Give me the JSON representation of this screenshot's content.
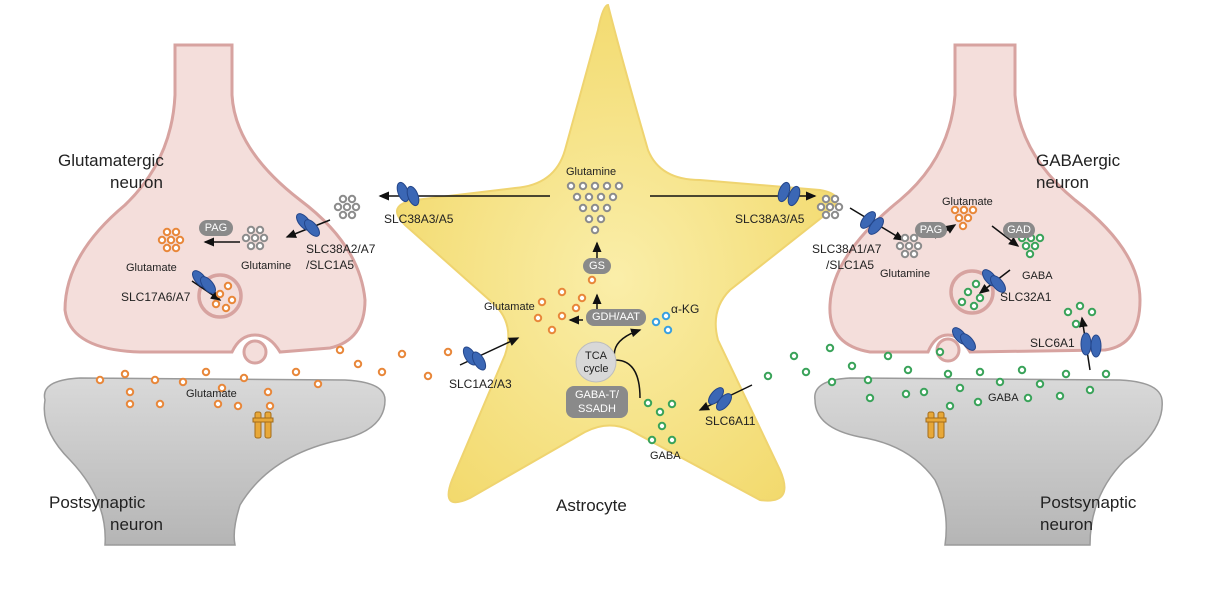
{
  "labels": {
    "glutamatergic": "Glutamatergic",
    "neuron": "neuron",
    "gabaergic": "GABAergic",
    "postsynaptic": "Postsynaptic",
    "astrocyte": "Astrocyte",
    "glutamine": "Glutamine",
    "glutamate": "Glutamate",
    "gaba": "GABA",
    "akg": "α-KG",
    "tca_line1": "TCA",
    "tca_line2": "cycle"
  },
  "enzymes": {
    "pag": "PAG",
    "gs": "GS",
    "gdh_aat": "GDH/AAT",
    "gaba_t_line1": "GABA-T/",
    "gaba_t_line2": "SSADH",
    "gad": "GAD"
  },
  "transporters": {
    "slc38a3_left": "SLC38A3/A5",
    "slc38a3_right": "SLC38A3/A5",
    "slc38a2_line1": "SLC38A2/A7",
    "slc38a2_line2": "/SLC1A5",
    "slc38a1_line1": "SLC38A1/A7",
    "slc38a1_line2": "/SLC1A5",
    "slc17a6": "SLC17A6/A7",
    "slc1a2": "SLC1A2/A3",
    "slc6a11": "SLC6A11",
    "slc32a1": "SLC32A1",
    "slc6a1": "SLC6A1"
  },
  "colors": {
    "neuron_fill": "#f4dedb",
    "neuron_stroke": "#d7a3a0",
    "astrocyte_fill": "#f7e58c",
    "postsynaptic_fill": "#cfcfcf",
    "glutamine": "#8c8c8c",
    "glutamate": "#e8873a",
    "gaba": "#3aa35a",
    "akg": "#3aa0e0",
    "transporter": "#3b67b5",
    "receptor": "#e8a838",
    "pill": "#8a8a8a"
  }
}
